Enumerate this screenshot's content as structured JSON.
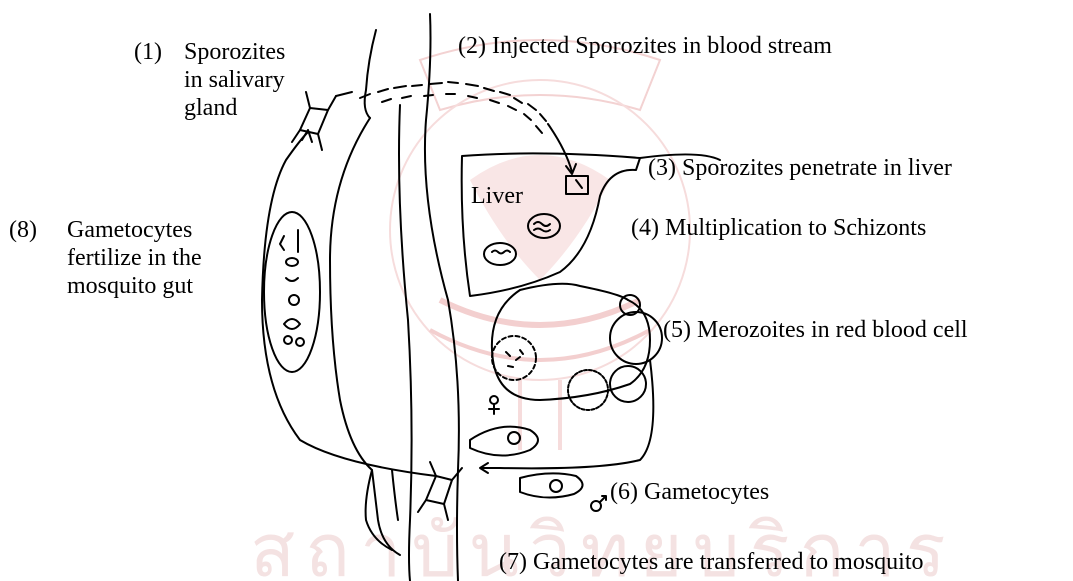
{
  "labels": {
    "step1_num": "(1)",
    "step1_lines": [
      "Sporozites",
      "in salivary",
      "gland"
    ],
    "step2": "(2) Injected Sporozites in blood stream",
    "step3": "(3) Sporozites penetrate in liver",
    "liver": "Liver",
    "step4": "(4) Multiplication to Schizonts",
    "step5": "(5) Merozoites in red blood cell",
    "step6": "(6) Gametocytes",
    "step7": "(7) Gametocytes are transferred to mosquito",
    "step8_num": "(8)",
    "step8_lines": [
      "Gametocytes",
      "fertilize in the",
      "mosquito gut"
    ]
  },
  "colors": {
    "ink": "#000000",
    "watermark": "#f2c9c9",
    "watermark_light": "#f6dede"
  }
}
